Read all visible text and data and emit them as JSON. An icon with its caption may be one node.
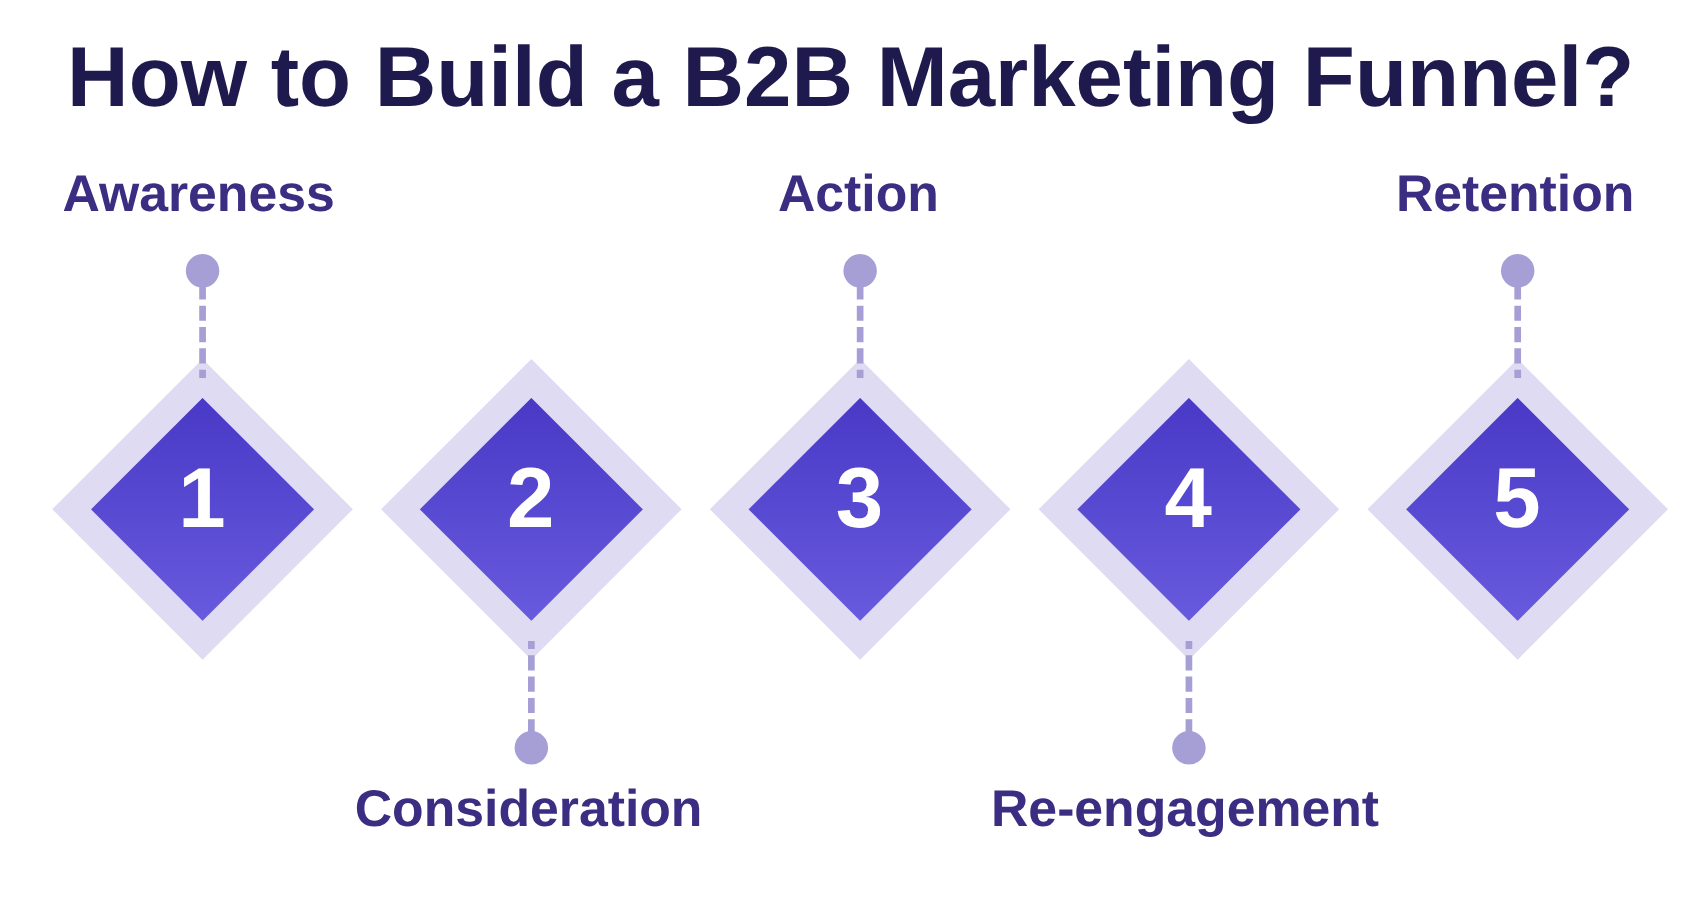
{
  "diagram": {
    "title": "How to Build a B2B Marketing Funnel?",
    "nodes": [
      {
        "text": [
          "Awareness"
        ]
      },
      {
        "text": [
          "Action"
        ]
      },
      {
        "text": [
          "Retention"
        ]
      },
      {
        "text": [
          "1"
        ]
      },
      {
        "text": [
          "2"
        ]
      },
      {
        "text": [
          "3"
        ]
      },
      {
        "text": [
          "4"
        ]
      },
      {
        "text": [
          "5"
        ]
      },
      {
        "text": [
          "Consideration"
        ]
      },
      {
        "text": [
          "Re-engagement"
        ]
      }
    ],
    "edges": [
      {
        "from": 0,
        "to": 3,
        "arrow": "other",
        "style": "dashed"
      },
      {
        "from": 8,
        "to": 4,
        "arrow": "other",
        "style": "dashed"
      },
      {
        "from": 1,
        "to": 5,
        "arrow": "other",
        "style": "dashed"
      },
      {
        "from": 9,
        "to": 6,
        "arrow": "other",
        "style": "dashed"
      },
      {
        "from": 2,
        "to": 7,
        "arrow": "other",
        "style": "dashed"
      }
    ]
  }
}
